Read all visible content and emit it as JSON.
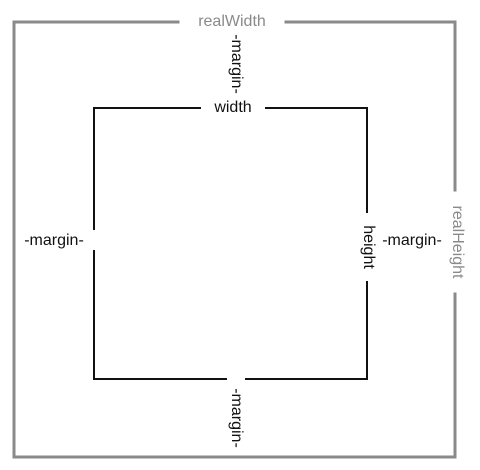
{
  "labels": {
    "real_width": "realWidth",
    "real_height": "realHeight",
    "width": "width",
    "height": "height",
    "margin_top": "-margin-",
    "margin_bottom": "-margin-",
    "margin_left": "-margin-",
    "margin_right": "-margin-"
  },
  "colors": {
    "outer_stroke": "#8a8a8a",
    "inner_stroke": "#111111"
  }
}
